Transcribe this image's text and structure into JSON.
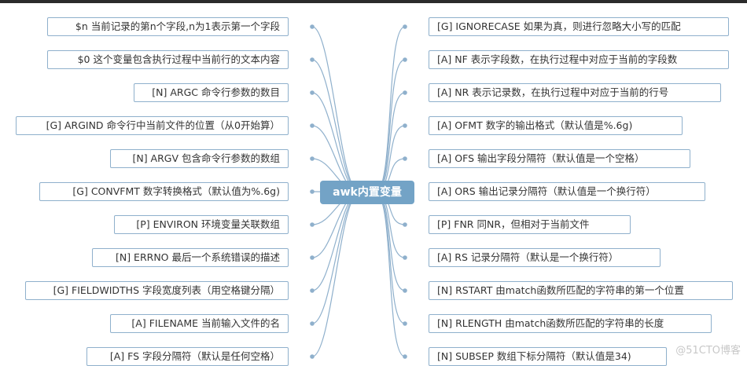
{
  "center": "awk内置变量",
  "left": [
    "$n 当前记录的第n个字段,n为1表示第一个字段",
    "$0 这个变量包含执行过程中当前行的文本内容",
    "[N] ARGC 命令行参数的数目",
    "[G] ARGIND 命令行中当前文件的位置（从0开始算）",
    "[N] ARGV 包含命令行参数的数组",
    "[G] CONVFMT 数字转换格式（默认值为%.6g)",
    "[P] ENVIRON 环境变量关联数组",
    "[N] ERRNO 最后一个系统错误的描述",
    "[G] FIELDWIDTHS 字段宽度列表（用空格键分隔）",
    "[A] FILENAME 当前输入文件的名",
    "[A] FS 字段分隔符（默认是任何空格）"
  ],
  "right": [
    "[G] IGNORECASE 如果为真，则进行忽略大小写的匹配",
    "[A] NF 表示字段数，在执行过程中对应于当前的字段数",
    "[A] NR 表示记录数，在执行过程中对应于当前的行号",
    "[A] OFMT 数字的输出格式（默认值是%.6g)",
    "[A] OFS 输出字段分隔符（默认值是一个空格）",
    "[A] ORS 输出记录分隔符（默认值是一个换行符）",
    "[P] FNR 同NR，但相对于当前文件",
    "[A] RS 记录分隔符（默认是一个换行符）",
    "[N] RSTART 由match函数所匹配的字符串的第一个位置",
    "[N] RLENGTH 由match函数所匹配的字符串的长度",
    "[N] SUBSEP 数组下标分隔符（默认值是34)"
  ],
  "watermark": "@51CTO博客",
  "colors": {
    "line": "#8fb0cc",
    "center": "#73a3c6"
  }
}
